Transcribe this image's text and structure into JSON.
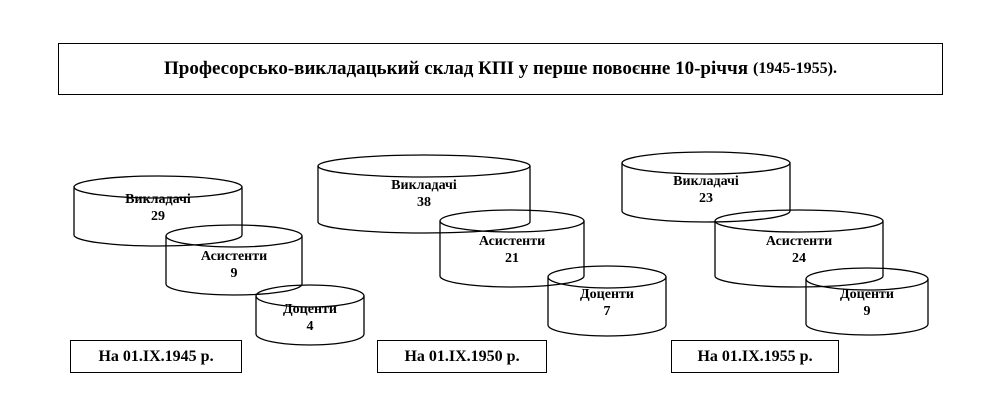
{
  "title": {
    "main": "Професорсько-викладацький склад КПІ у перше повоєнне 10-річчя",
    "years": "(1945-1955)."
  },
  "groups": [
    {
      "date": "На 01.IX.1945 р.",
      "items": [
        {
          "label": "Викладачі",
          "value": "29"
        },
        {
          "label": "Асистенти",
          "value": "9"
        },
        {
          "label": "Доценти",
          "value": "4"
        }
      ]
    },
    {
      "date": "На 01.IX.1950 р.",
      "items": [
        {
          "label": "Викладачі",
          "value": "38"
        },
        {
          "label": "Асистенти",
          "value": "21"
        },
        {
          "label": "Доценти",
          "value": "7"
        }
      ]
    },
    {
      "date": "На 01.IX.1955 р.",
      "items": [
        {
          "label": "Викладачі",
          "value": "23"
        },
        {
          "label": "Асистенти",
          "value": "24"
        },
        {
          "label": "Доценти",
          "value": "9"
        }
      ]
    }
  ]
}
